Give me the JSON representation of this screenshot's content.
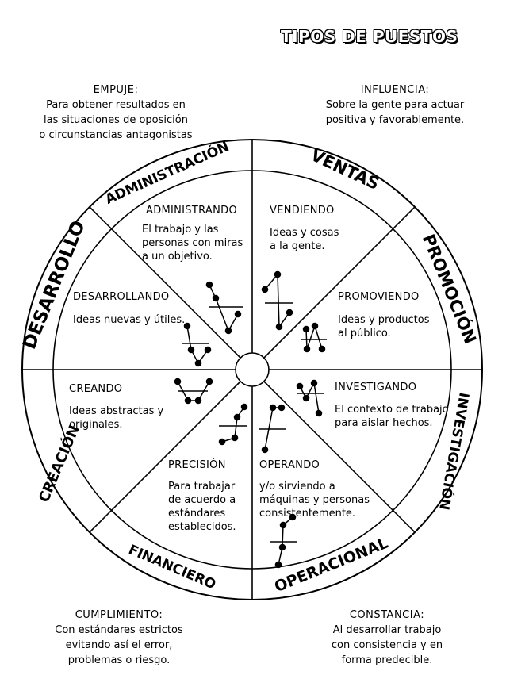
{
  "title": "TIPOS DE PUESTOS",
  "corners": {
    "top_left": {
      "title": "EMPUJE:",
      "lines": [
        "Para obtener resultados en",
        "las situaciones de oposición",
        "o circunstancias antagonistas"
      ]
    },
    "top_right": {
      "title": "INFLUENCIA:",
      "lines": [
        "Sobre la gente para actuar",
        "positiva y favorablemente."
      ]
    },
    "bottom_left": {
      "title": "CUMPLIMIENTO:",
      "lines": [
        "Con estándares estrictos",
        "evitando así el error,",
        "problemas o riesgo."
      ]
    },
    "bottom_right": {
      "title": "CONSTANCIA:",
      "lines": [
        "Al desarrollar trabajo",
        "con consistencia y en",
        "forma predecible."
      ]
    }
  },
  "ring_labels": {
    "administracion": "ADMINISTRACIÓN",
    "ventas": "VENTAS",
    "promocion": "PROMOCIÓN",
    "investigacion": "INVESTIGACIÓN",
    "operacional": "OPERACIONAL",
    "financiero": "FINANCIERO",
    "creacion": "CREACIÓN",
    "desarrollo": "DESARROLLO"
  },
  "segments": {
    "administrando": {
      "title": "ADMINISTRANDO",
      "lines": [
        "El  trabajo  y  las",
        "personas con miras",
        "a un objetivo."
      ]
    },
    "vendiendo": {
      "title": "VENDIENDO",
      "lines": [
        "Ideas y cosas",
        "a la gente."
      ]
    },
    "desarrollando": {
      "title": "DESARROLLANDO",
      "lines": [
        "Ideas nuevas y útiles."
      ]
    },
    "promoviendo": {
      "title": "PROMOVIENDO",
      "lines": [
        "Ideas y productos",
        "al público."
      ]
    },
    "creando": {
      "title": "CREANDO",
      "lines": [
        "Ideas abstractas y",
        "originales."
      ]
    },
    "investigando": {
      "title": "INVESTIGANDO",
      "lines": [
        "El contexto de trabajo",
        "para aislar hechos."
      ]
    },
    "precision": {
      "title": "PRECISIÓN",
      "lines": [
        "Para trabajar",
        "de acuerdo a",
        "estándares",
        "establecidos."
      ]
    },
    "operando": {
      "title": "OPERANDO",
      "lines": [
        "y/o sirviendo a",
        "máquinas y personas",
        "consistentemente."
      ]
    }
  }
}
